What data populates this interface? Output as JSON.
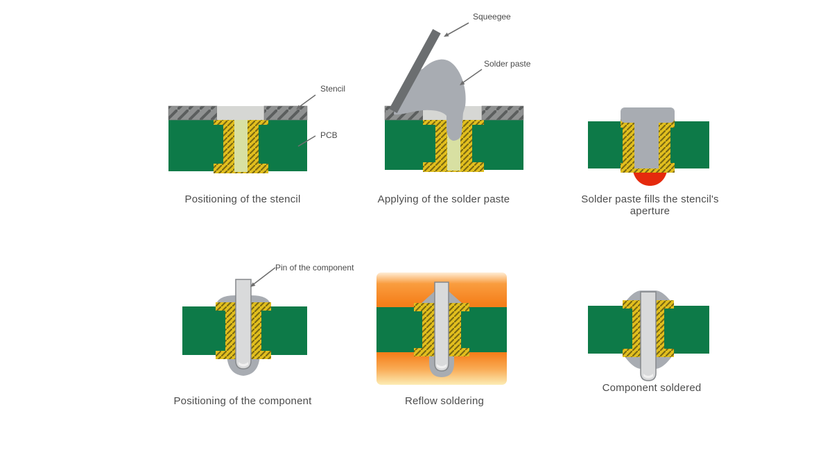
{
  "figure": {
    "background": "#ffffff",
    "colors": {
      "pcb_green": "#0d7a48",
      "pad_yellow": "#e2bf1e",
      "pad_hatch": "#7b6a12",
      "hole_fill": "#d8e0a2",
      "stencil_gray": "#8f9191",
      "stencil_hatch": "#5b5e5e",
      "aperture_gray": "#d6d7d4",
      "solder_paste_gray": "#a8acb2",
      "squeegee_gray": "#6b6e70",
      "pin_gray": "#d9dadb",
      "molten_solder_red": "#e52a0d",
      "reflow_heat_orange": "#f57f1b",
      "text": "#4c4c4c"
    },
    "labels": {
      "stencil": "Stencil",
      "pcb": "PCB",
      "squeegee": "Squeegee",
      "solder_paste": "Solder paste",
      "pin": "Pin of the component"
    },
    "steps": [
      {
        "caption": "Positioning of the stencil"
      },
      {
        "caption": "Applying of the solder paste"
      },
      {
        "caption": "Solder paste fills the stencil's aperture"
      },
      {
        "caption": "Positioning of the component"
      },
      {
        "caption": "Reflow soldering"
      },
      {
        "caption": "Component soldered"
      }
    ]
  }
}
